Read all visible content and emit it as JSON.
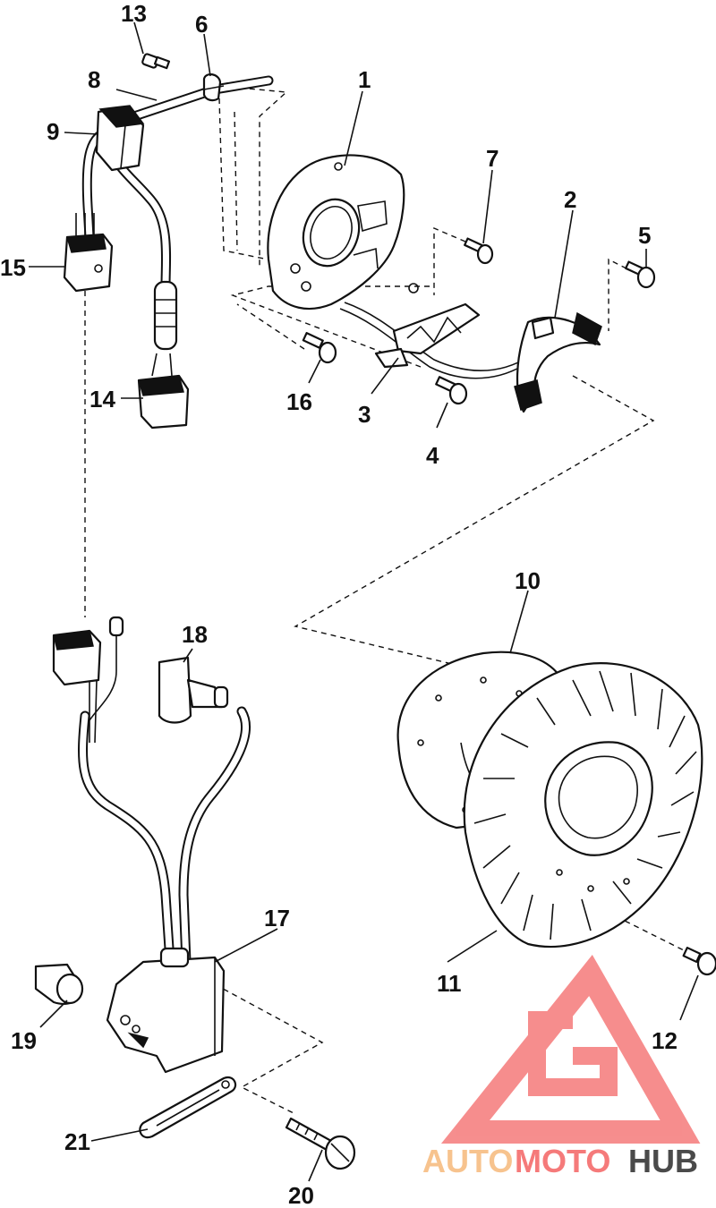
{
  "diagram": {
    "callouts": [
      {
        "id": "1",
        "label": "1"
      },
      {
        "id": "2",
        "label": "2"
      },
      {
        "id": "3",
        "label": "3"
      },
      {
        "id": "4",
        "label": "4"
      },
      {
        "id": "5",
        "label": "5"
      },
      {
        "id": "6",
        "label": "6"
      },
      {
        "id": "7",
        "label": "7"
      },
      {
        "id": "8",
        "label": "8"
      },
      {
        "id": "9",
        "label": "9"
      },
      {
        "id": "10",
        "label": "10"
      },
      {
        "id": "11",
        "label": "11"
      },
      {
        "id": "12",
        "label": "12"
      },
      {
        "id": "13",
        "label": "13"
      },
      {
        "id": "14",
        "label": "14"
      },
      {
        "id": "15",
        "label": "15"
      },
      {
        "id": "16",
        "label": "16"
      },
      {
        "id": "17",
        "label": "17"
      },
      {
        "id": "18",
        "label": "18"
      },
      {
        "id": "19",
        "label": "19"
      },
      {
        "id": "20",
        "label": "20"
      },
      {
        "id": "21",
        "label": "21"
      }
    ]
  },
  "watermark": {
    "part_auto": "AUTO",
    "part_moto": "MOTO",
    "part_hub": "HUB",
    "color_light": "#f7c38e",
    "color_accent": "#f57a7a",
    "color_dark": "#4a4a4a"
  }
}
